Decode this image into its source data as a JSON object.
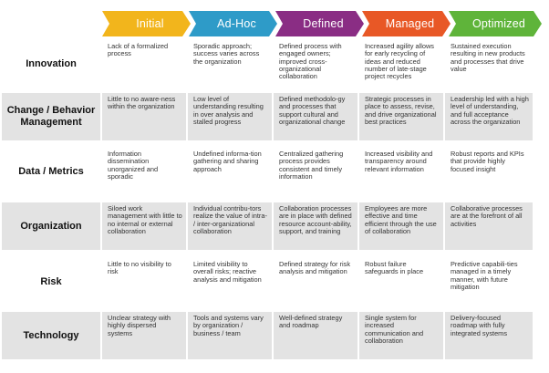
{
  "stages": [
    {
      "label": "Initial",
      "color": "#f2b51c"
    },
    {
      "label": "Ad-Hoc",
      "color": "#2e9bc8"
    },
    {
      "label": "Defined",
      "color": "#8a2d84"
    },
    {
      "label": "Managed",
      "color": "#e85826"
    },
    {
      "label": "Optimized",
      "color": "#5fb43a"
    }
  ],
  "rows": [
    {
      "label": "Innovation",
      "cells": [
        "Lack of a formalized process",
        "Sporadic approach; success varies across the organization",
        "Defined process with engaged owners; improved cross- organizational collaboration",
        "Increased agility allows for early recycling of ideas and reduced number of late-stage project recycles",
        "Sustained execution resulting in new products and processes that drive value"
      ]
    },
    {
      "label": "Change / Behavior Management",
      "cells": [
        "Little to no aware-ness within the organization",
        "Low level of understanding resulting in over analysis and stalled progress",
        "Defined methodolo-gy and processes that support cultural and organizational change",
        "Strategic processes in place to assess, revise, and drive organizational best practices",
        "Leadership led with a high level of understanding, and full acceptance across the organization"
      ]
    },
    {
      "label": "Data / Metrics",
      "cells": [
        "Information dissemination unorganized and sporadic",
        "Undefined informa-tion gathering and sharing approach",
        "Centralized gathering process provides consistent and timely information",
        "Increased visibility and transparency around relevant information",
        "Robust reports and KPIs that provide highly focused insight"
      ]
    },
    {
      "label": "Organization",
      "cells": [
        "Siloed work management with little to no internal or external collaboration",
        "Individual contribu-tors realize the value of intra- / inter-organizational collaboration",
        "Collaboration processes are in place with defined resource account-ability, support, and training",
        "Employees are more effective and time efficient through the use of collaboration",
        "Collaborative processes are at the forefront of all activities"
      ]
    },
    {
      "label": "Risk",
      "cells": [
        "Little to no visibility to risk",
        "Limited visibility to overall risks; reactive analysis and mitigation",
        "Defined strategy for risk analysis and mitigation",
        "Robust failure safeguards in place",
        "Predictive capabili-ties  managed in a timely manner, with future mitigation"
      ]
    },
    {
      "label": "Technology",
      "cells": [
        "Unclear strategy with highly dispersed systems",
        "Tools and systems vary by organization / business / team",
        "Well-defined strategy and roadmap",
        "Single system for increased communication and collaboration",
        "Delivery-focused roadmap with fully integrated systems"
      ]
    }
  ]
}
